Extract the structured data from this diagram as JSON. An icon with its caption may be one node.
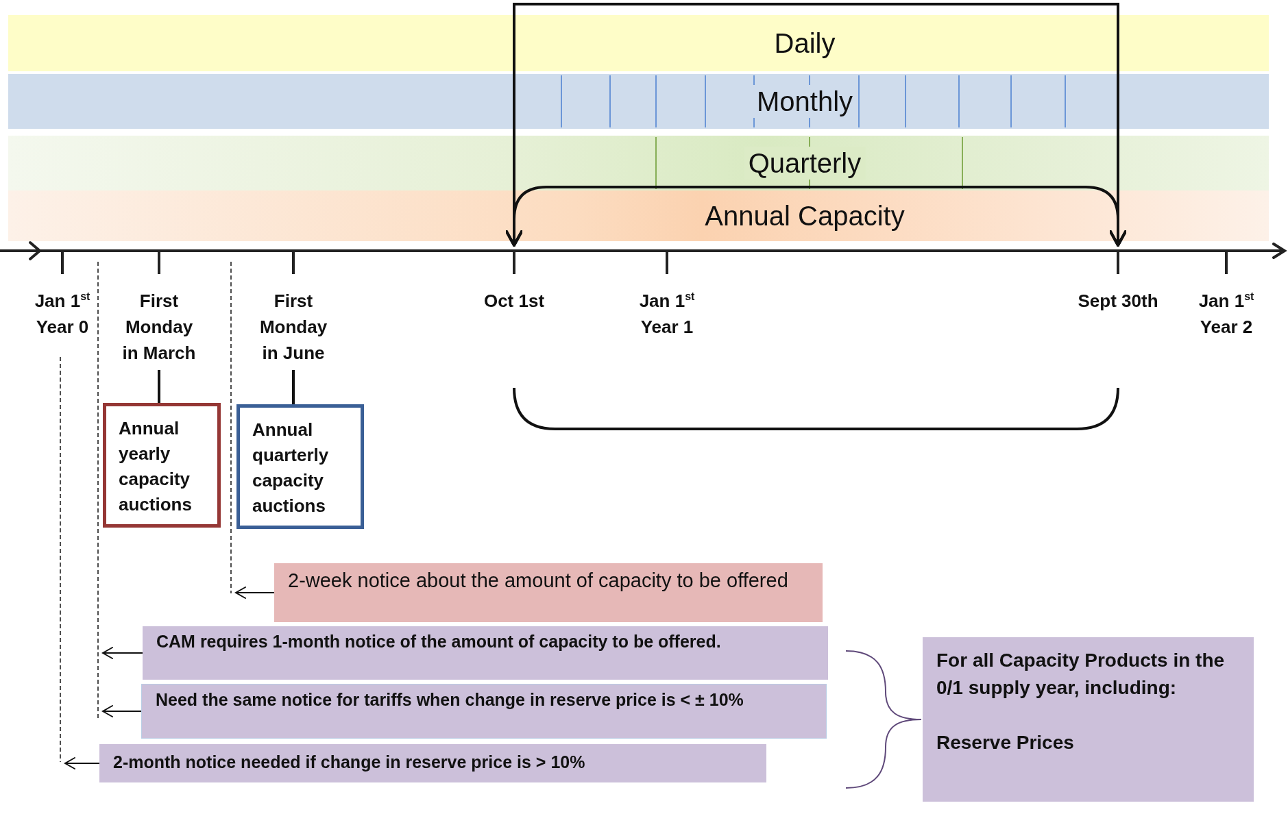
{
  "diagram": {
    "nodes": [
      {
        "text": [
          "Daily"
        ]
      },
      {
        "text": [
          "Monthly"
        ]
      },
      {
        "text": [
          "Quarterly"
        ]
      },
      {
        "text": [
          "Annual Capacity"
        ]
      },
      {
        "text": [
          "Jan 1$^{st}$ Year 0"
        ]
      },
      {
        "text": [
          "First Monday in March"
        ]
      },
      {
        "text": [
          "First Monday in June"
        ]
      },
      {
        "text": [
          "Oct 1st"
        ]
      },
      {
        "text": [
          "Jan 1$^{st}$ Year 1"
        ]
      },
      {
        "text": [
          "Sept 30th"
        ]
      },
      {
        "text": [
          "Jan 1$^{st}$ Year 2"
        ]
      },
      {
        "text": [
          "Annual yearly capacity auctions"
        ]
      },
      {
        "text": [
          "Annual quarterly capacity auctions"
        ]
      },
      {
        "text": [
          "2-week notice about the amount of capacity to be offered"
        ]
      },
      {
        "text": [
          "CAM requires 1-month notice of the amount of capacity to be offered."
        ]
      },
      {
        "text": [
          "Need the same notice for tariffs when change in reserve price is < ± 10%"
        ]
      },
      {
        "text": [
          "2-month notice needed if change in reserve price is > 10%"
        ]
      },
      {
        "text": [
          "For all Capacity Products in the 0/1 supply year, including:",
          "Reserve Prices"
        ]
      }
    ],
    "edges": [
      {
        "from": 5,
        "to": 11,
        "arrow": "none"
      },
      {
        "from": 6,
        "to": 12,
        "arrow": "none"
      },
      {
        "from": 13,
        "to": null,
        "arrow": "to"
      },
      {
        "from": 14,
        "to": null,
        "arrow": "to"
      },
      {
        "from": 15,
        "to": null,
        "arrow": "to"
      },
      {
        "from": 16,
        "to": null,
        "arrow": "to"
      }
    ]
  }
}
